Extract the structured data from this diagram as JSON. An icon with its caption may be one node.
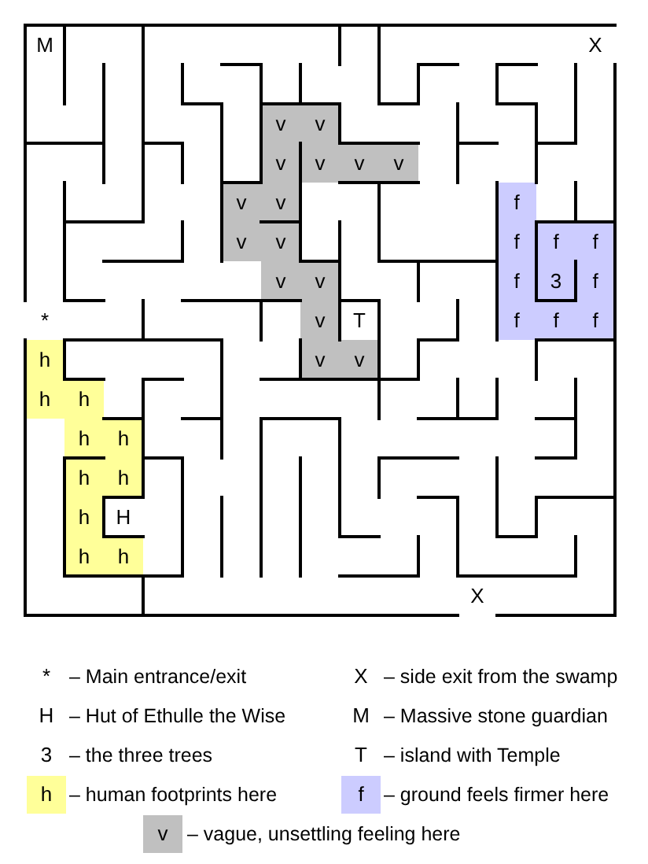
{
  "diagram": {
    "labels": [
      "M",
      "X",
      "v",
      "v",
      "v",
      "v",
      "v",
      "v",
      "v",
      "v",
      "f",
      "v",
      "v",
      "f",
      "f",
      "f",
      "v",
      "v",
      "f",
      "3",
      "f",
      "*",
      "v",
      "T",
      "f",
      "f",
      "f",
      "h",
      "v",
      "v",
      "h",
      "h",
      "h",
      "h",
      "h",
      "h",
      "h",
      "H",
      "h",
      "h",
      "X",
      "*",
      "X",
      "H",
      "M",
      "3",
      "T",
      "h",
      "f",
      "v"
    ],
    "legend": [
      {
        "text": "– Main entrance/exit"
      },
      {
        "text": "– side exit from the swamp"
      },
      {
        "text": "– Hut of Ethulle the Wise"
      },
      {
        "text": "– Massive stone guardian"
      },
      {
        "text": "– the three trees"
      },
      {
        "text": "– island with Temple"
      },
      {
        "text": "– human footprints here",
        "color": "#ffff99"
      },
      {
        "text": "– ground feels firmer here",
        "color": "#ccccff"
      },
      {
        "text": "– vague, unsettling feeling here",
        "color": "#c0c0c0"
      }
    ]
  }
}
